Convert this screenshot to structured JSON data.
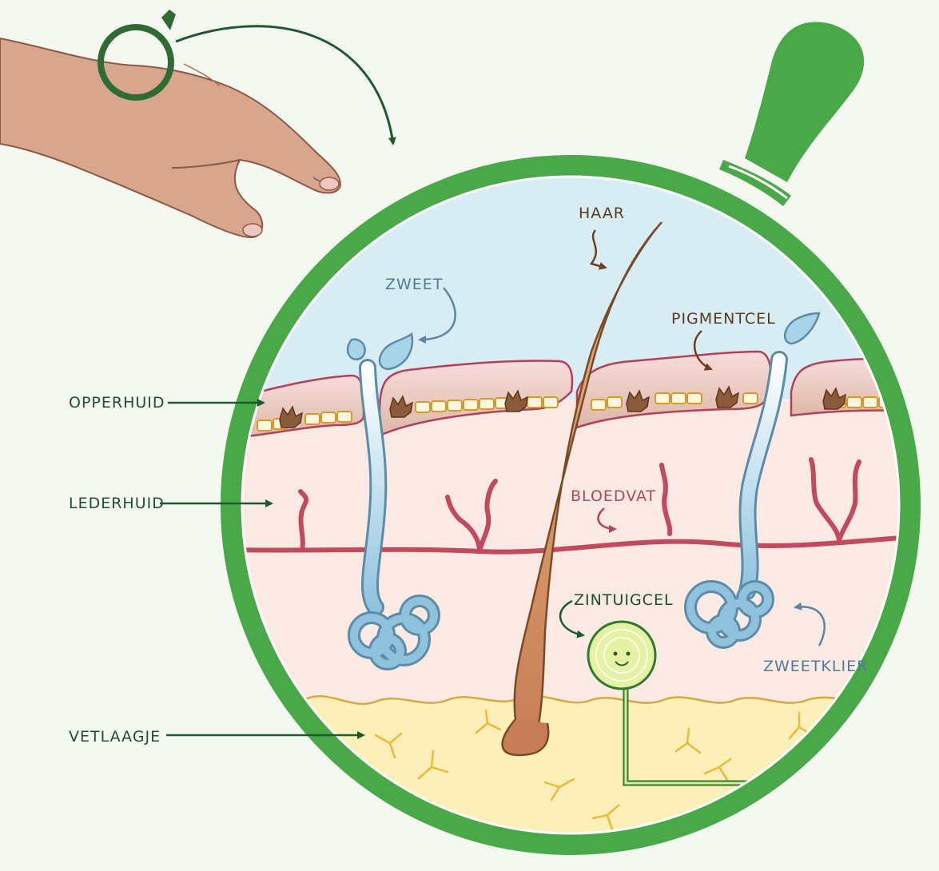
{
  "labels": {
    "haar": "HAAR",
    "zweet": "ZWEET",
    "pigmentcel": "PIGMENTCEL",
    "opperhuid": "OPPERHUID",
    "lederhuid": "LEDERHUID",
    "bloedvat": "BLOEDVAT",
    "zintuigcel": "ZINTUIGCEL",
    "zweetklier": "ZWEETKLIER",
    "vetlaagje": "VETLAAGJE"
  },
  "colors": {
    "background": "#f4f8f1",
    "magnifier_green": "#49a847",
    "label_dark_green": "#1f4f2b",
    "sky_blue": "#d8ecf4",
    "epidermis_pink": "#f6d5d6",
    "dermis_pink": "#fbe9e3",
    "fat_yellow": "#fcf0b8",
    "blood_vessel_red": "#c24a5e",
    "sweat_gland_blue": "#8fc3dd",
    "hair_brown": "#c98757",
    "sensory_cell_green": "#e6f2a3",
    "skin_tone": "#d8a68c"
  },
  "icons": [
    "magnifying-glass-icon",
    "hand-illustration",
    "hair-illustration",
    "sweat-gland-illustration",
    "sensory-cell-illustration",
    "pigment-cell-illustration"
  ]
}
